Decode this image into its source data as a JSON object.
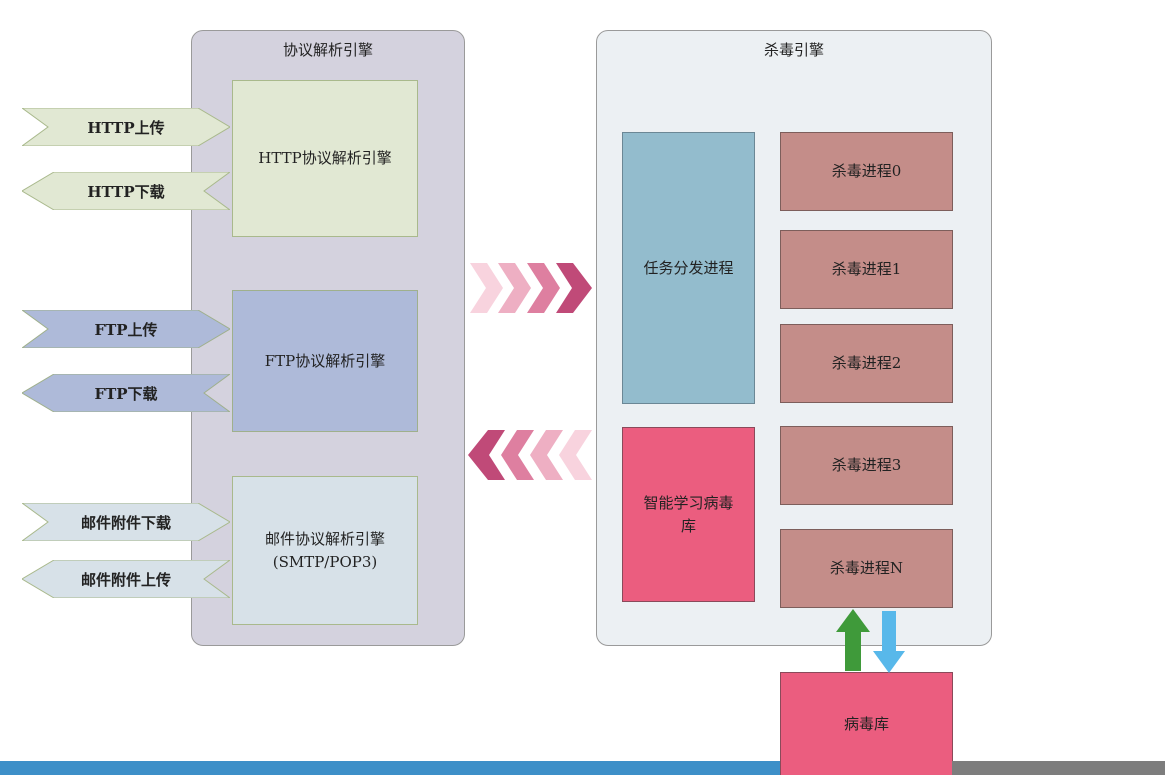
{
  "protocol_engine": {
    "title": "协议解析引擎",
    "http": {
      "engine": "HTTP协议解析引擎",
      "upload": "HTTP上传",
      "download": "HTTP下载"
    },
    "ftp": {
      "engine": "FTP协议解析引擎",
      "upload": "FTP上传",
      "download": "FTP下载"
    },
    "mail": {
      "engine_line1": "邮件协议解析引擎",
      "engine_line2": "(SMTP/POP3)",
      "download": "邮件附件下载",
      "upload": "邮件附件上传"
    }
  },
  "antivirus_engine": {
    "title": "杀毒引擎",
    "dispatcher": "任务分发进程",
    "learning_db_line1": "智能学习病毒",
    "learning_db_line2": "库",
    "processes": [
      "杀毒进程0",
      "杀毒进程1",
      "杀毒进程2",
      "杀毒进程3",
      "杀毒进程N"
    ]
  },
  "virus_db": "病毒库",
  "colors": {
    "protocol_container": "#d4d2de",
    "antivirus_container": "#ecf0f3",
    "http_box": "#e1e8d3",
    "ftp_box": "#aebad9",
    "mail_box": "#d7e1e8",
    "dispatcher": "#93bccd",
    "learning_db": "#eb5d7f",
    "process": "#c48d89",
    "virus_db": "#eb5d7f",
    "chevron_dark": "#c04a78",
    "up_arrow": "#3f9a3a",
    "down_arrow": "#58b8ea"
  }
}
